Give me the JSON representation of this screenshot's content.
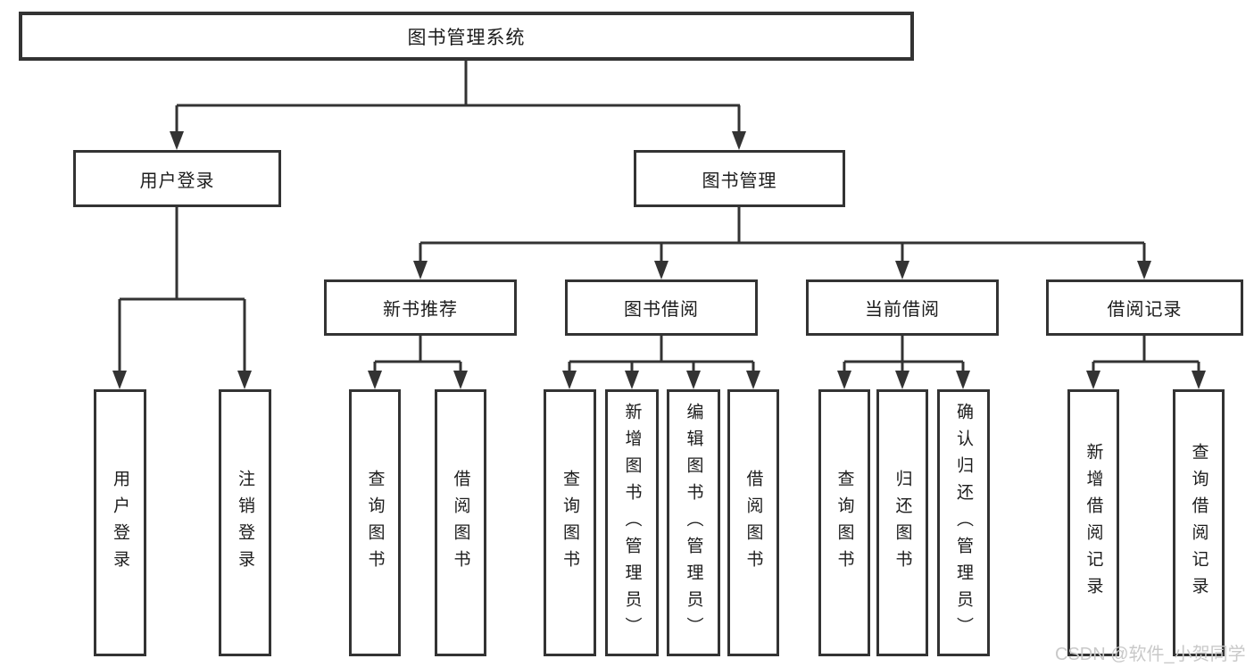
{
  "diagram": {
    "type": "hierarchy-tree",
    "tree": {
      "root": {
        "label": "图书管理系统"
      },
      "children": [
        {
          "label": "用户登录",
          "children": [
            {
              "label": "用户登录"
            },
            {
              "label": "注销登录"
            }
          ]
        },
        {
          "label": "图书管理",
          "children": [
            {
              "label": "新书推荐",
              "children": [
                {
                  "label": "查询图书"
                },
                {
                  "label": "借阅图书"
                }
              ]
            },
            {
              "label": "图书借阅",
              "children": [
                {
                  "label": "查询图书"
                },
                {
                  "label": "新增图书（管理员）"
                },
                {
                  "label": "编辑图书（管理员）"
                },
                {
                  "label": "借阅图书"
                }
              ]
            },
            {
              "label": "当前借阅",
              "children": [
                {
                  "label": "查询图书"
                },
                {
                  "label": "归还图书"
                },
                {
                  "label": "确认归还（管理员）"
                }
              ]
            },
            {
              "label": "借阅记录",
              "children": [
                {
                  "label": "新增借阅记录"
                },
                {
                  "label": "查询借阅记录"
                }
              ]
            }
          ]
        }
      ]
    },
    "colors": {
      "line": "#333333",
      "box_background": "#ffffff",
      "text": "#1c1c1c",
      "watermark": "#c9c9c9"
    }
  },
  "watermark": {
    "text": "CSDN @软件_小贺同学"
  }
}
